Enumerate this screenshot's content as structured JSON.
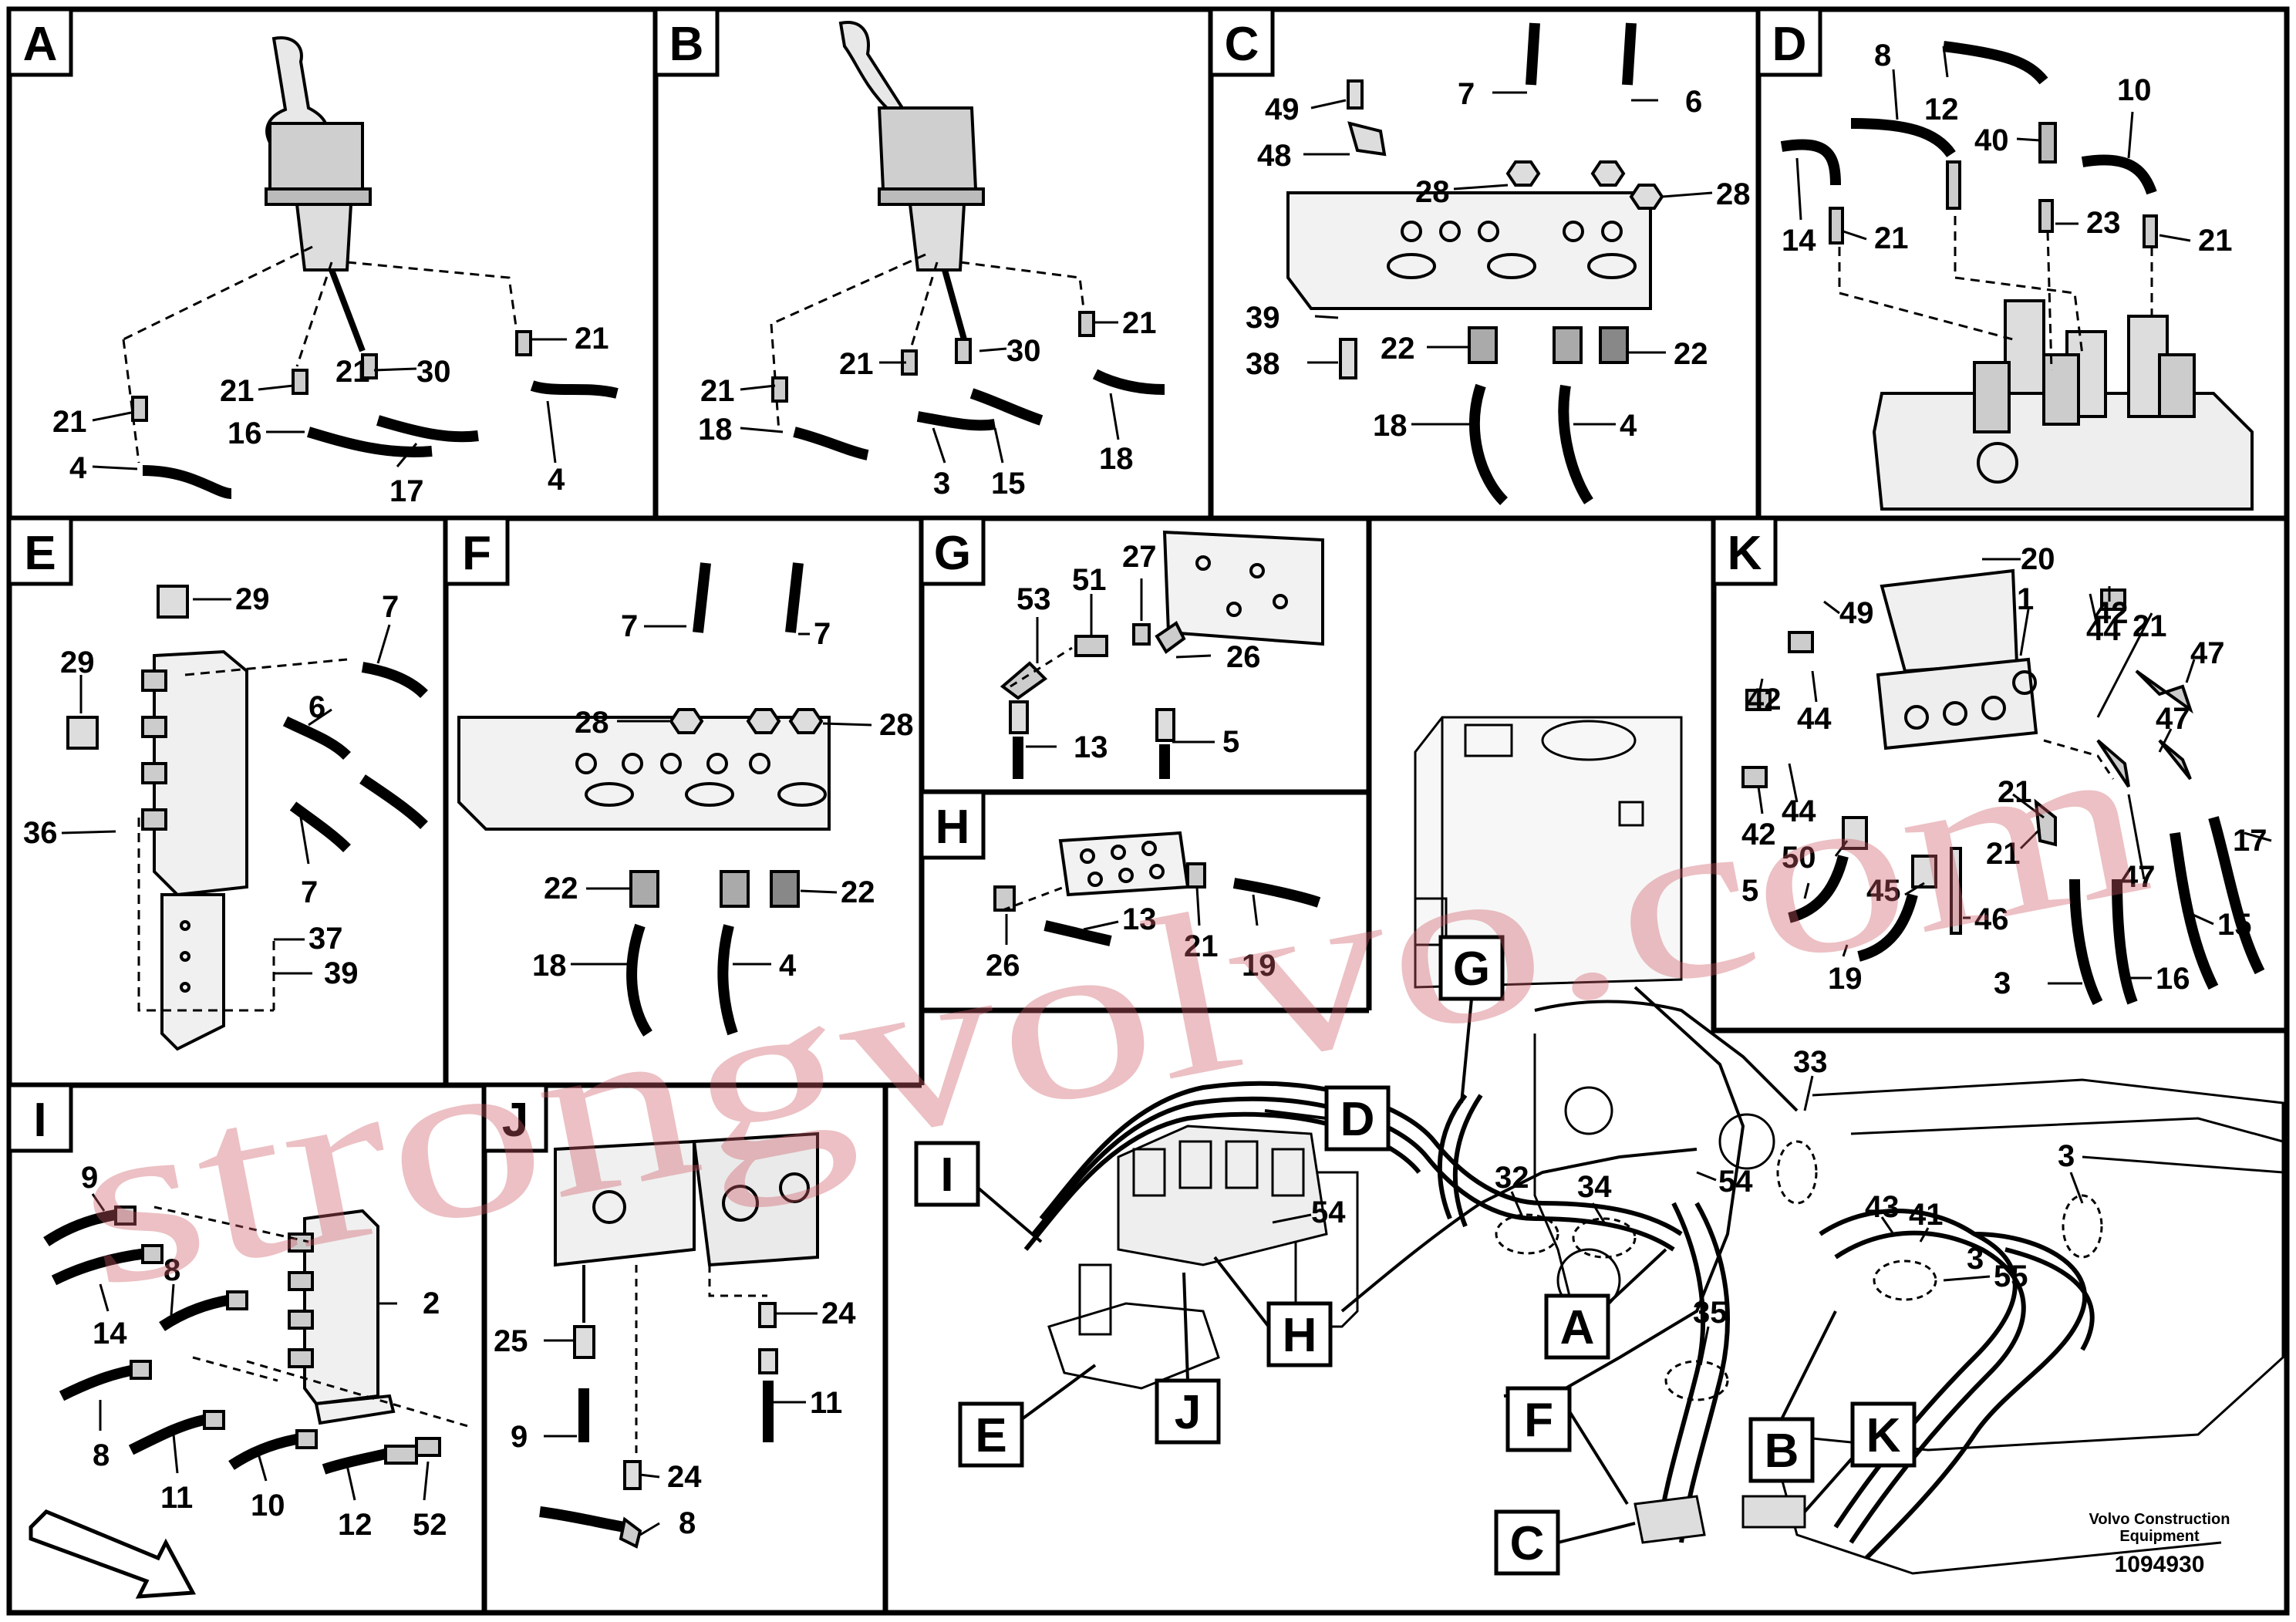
{
  "panels": [
    {
      "letter": "A",
      "callouts": [
        "21",
        "4",
        "21",
        "16",
        "21",
        "30",
        "17",
        "21",
        "4"
      ]
    },
    {
      "letter": "B",
      "callouts": [
        "21",
        "18",
        "21",
        "30",
        "3",
        "15",
        "21",
        "18"
      ]
    },
    {
      "letter": "C",
      "callouts": [
        "49",
        "48",
        "39",
        "38",
        "7",
        "6",
        "28",
        "28",
        "22",
        "22",
        "18",
        "4"
      ]
    },
    {
      "letter": "D",
      "callouts": [
        "8",
        "12",
        "40",
        "10",
        "14",
        "21",
        "23",
        "21"
      ]
    },
    {
      "letter": "E",
      "callouts": [
        "29",
        "29",
        "7",
        "6",
        "36",
        "7",
        "37",
        "39"
      ]
    },
    {
      "letter": "F",
      "callouts": [
        "7",
        "7",
        "28",
        "28",
        "22",
        "22",
        "18",
        "4"
      ]
    },
    {
      "letter": "G",
      "callouts": [
        "27",
        "51",
        "53",
        "26",
        "13",
        "5"
      ]
    },
    {
      "letter": "H",
      "callouts": [
        "26",
        "13",
        "21",
        "19"
      ]
    },
    {
      "letter": "K",
      "callouts": [
        "20",
        "49",
        "42",
        "1",
        "44",
        "21",
        "47",
        "42",
        "44",
        "47",
        "44",
        "42",
        "50",
        "21",
        "21",
        "47",
        "17",
        "5",
        "45",
        "46",
        "15",
        "19",
        "3",
        "16"
      ]
    },
    {
      "letter": "I",
      "callouts": [
        "9",
        "8",
        "14",
        "2",
        "8",
        "11",
        "10",
        "12",
        "52"
      ]
    },
    {
      "letter": "J",
      "callouts": [
        "25",
        "24",
        "9",
        "11",
        "24",
        "8"
      ]
    }
  ],
  "overview": {
    "locator_letters": [
      "G",
      "D",
      "I",
      "H",
      "J",
      "E",
      "A",
      "F",
      "B",
      "K",
      "C"
    ],
    "callouts": [
      "54",
      "32",
      "34",
      "54",
      "33",
      "3",
      "43",
      "41",
      "55",
      "35",
      "3"
    ]
  },
  "footer": {
    "company_line1": "Volvo Construction",
    "company_line2": "Equipment",
    "drawing_number": "1094930"
  },
  "watermark": "strongvolvo.com"
}
